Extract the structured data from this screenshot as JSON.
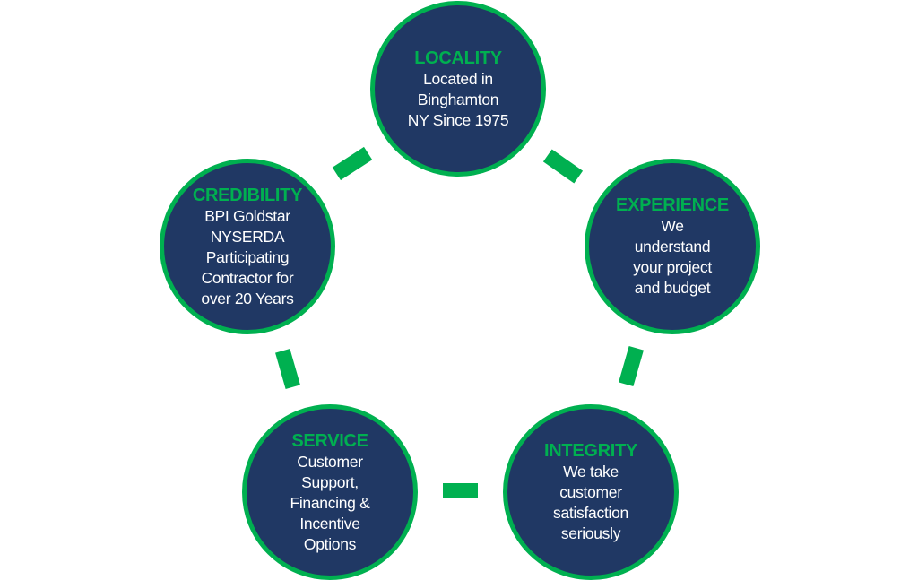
{
  "colors": {
    "circle_fill": "#203864",
    "accent": "#00B050",
    "text": "#FFFFFF"
  },
  "nodes": [
    {
      "key": "locality",
      "title": "LOCALITY",
      "lines": [
        "Located in",
        "Binghamton",
        "NY Since 1975"
      ]
    },
    {
      "key": "experience",
      "title": "EXPERIENCE",
      "lines": [
        "We",
        "understand",
        "your project",
        "and budget"
      ]
    },
    {
      "key": "integrity",
      "title": "INTEGRITY",
      "lines": [
        "We take",
        "customer",
        "satisfaction",
        "seriously"
      ]
    },
    {
      "key": "service",
      "title": "SERVICE",
      "lines": [
        "Customer",
        "Support,",
        "Financing &",
        "Incentive",
        "Options"
      ]
    },
    {
      "key": "credibility",
      "title": "CREDIBILITY",
      "lines": [
        "BPI Goldstar",
        "NYSERDA",
        "Participating",
        "Contractor for",
        "over 20 Years"
      ]
    }
  ],
  "connectors": [
    {
      "from": "credibility",
      "to": "locality"
    },
    {
      "from": "locality",
      "to": "experience"
    },
    {
      "from": "experience",
      "to": "integrity"
    },
    {
      "from": "integrity",
      "to": "service"
    },
    {
      "from": "service",
      "to": "credibility"
    }
  ]
}
